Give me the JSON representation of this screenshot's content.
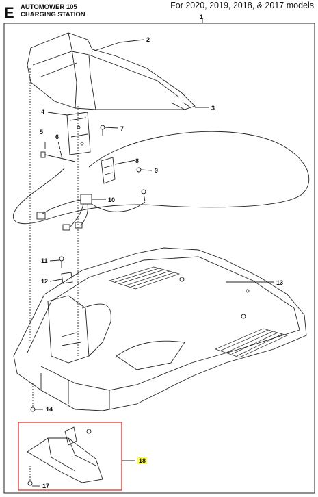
{
  "header": {
    "section_letter": "E",
    "title_line1": "AUTOMOWER 105",
    "title_line2": "CHARGING STATION",
    "models": "For 2020, 2019, 2018, & 2017 models"
  },
  "callouts": [
    "1",
    "2",
    "3",
    "4",
    "5",
    "6",
    "7",
    "8",
    "9",
    "10",
    "11",
    "12",
    "13",
    "14",
    "17",
    "18"
  ],
  "highlighted_callout": "18",
  "colors": {
    "highlight": "#ffff4d",
    "inset_border": "#d9261c",
    "line": "#222222"
  }
}
